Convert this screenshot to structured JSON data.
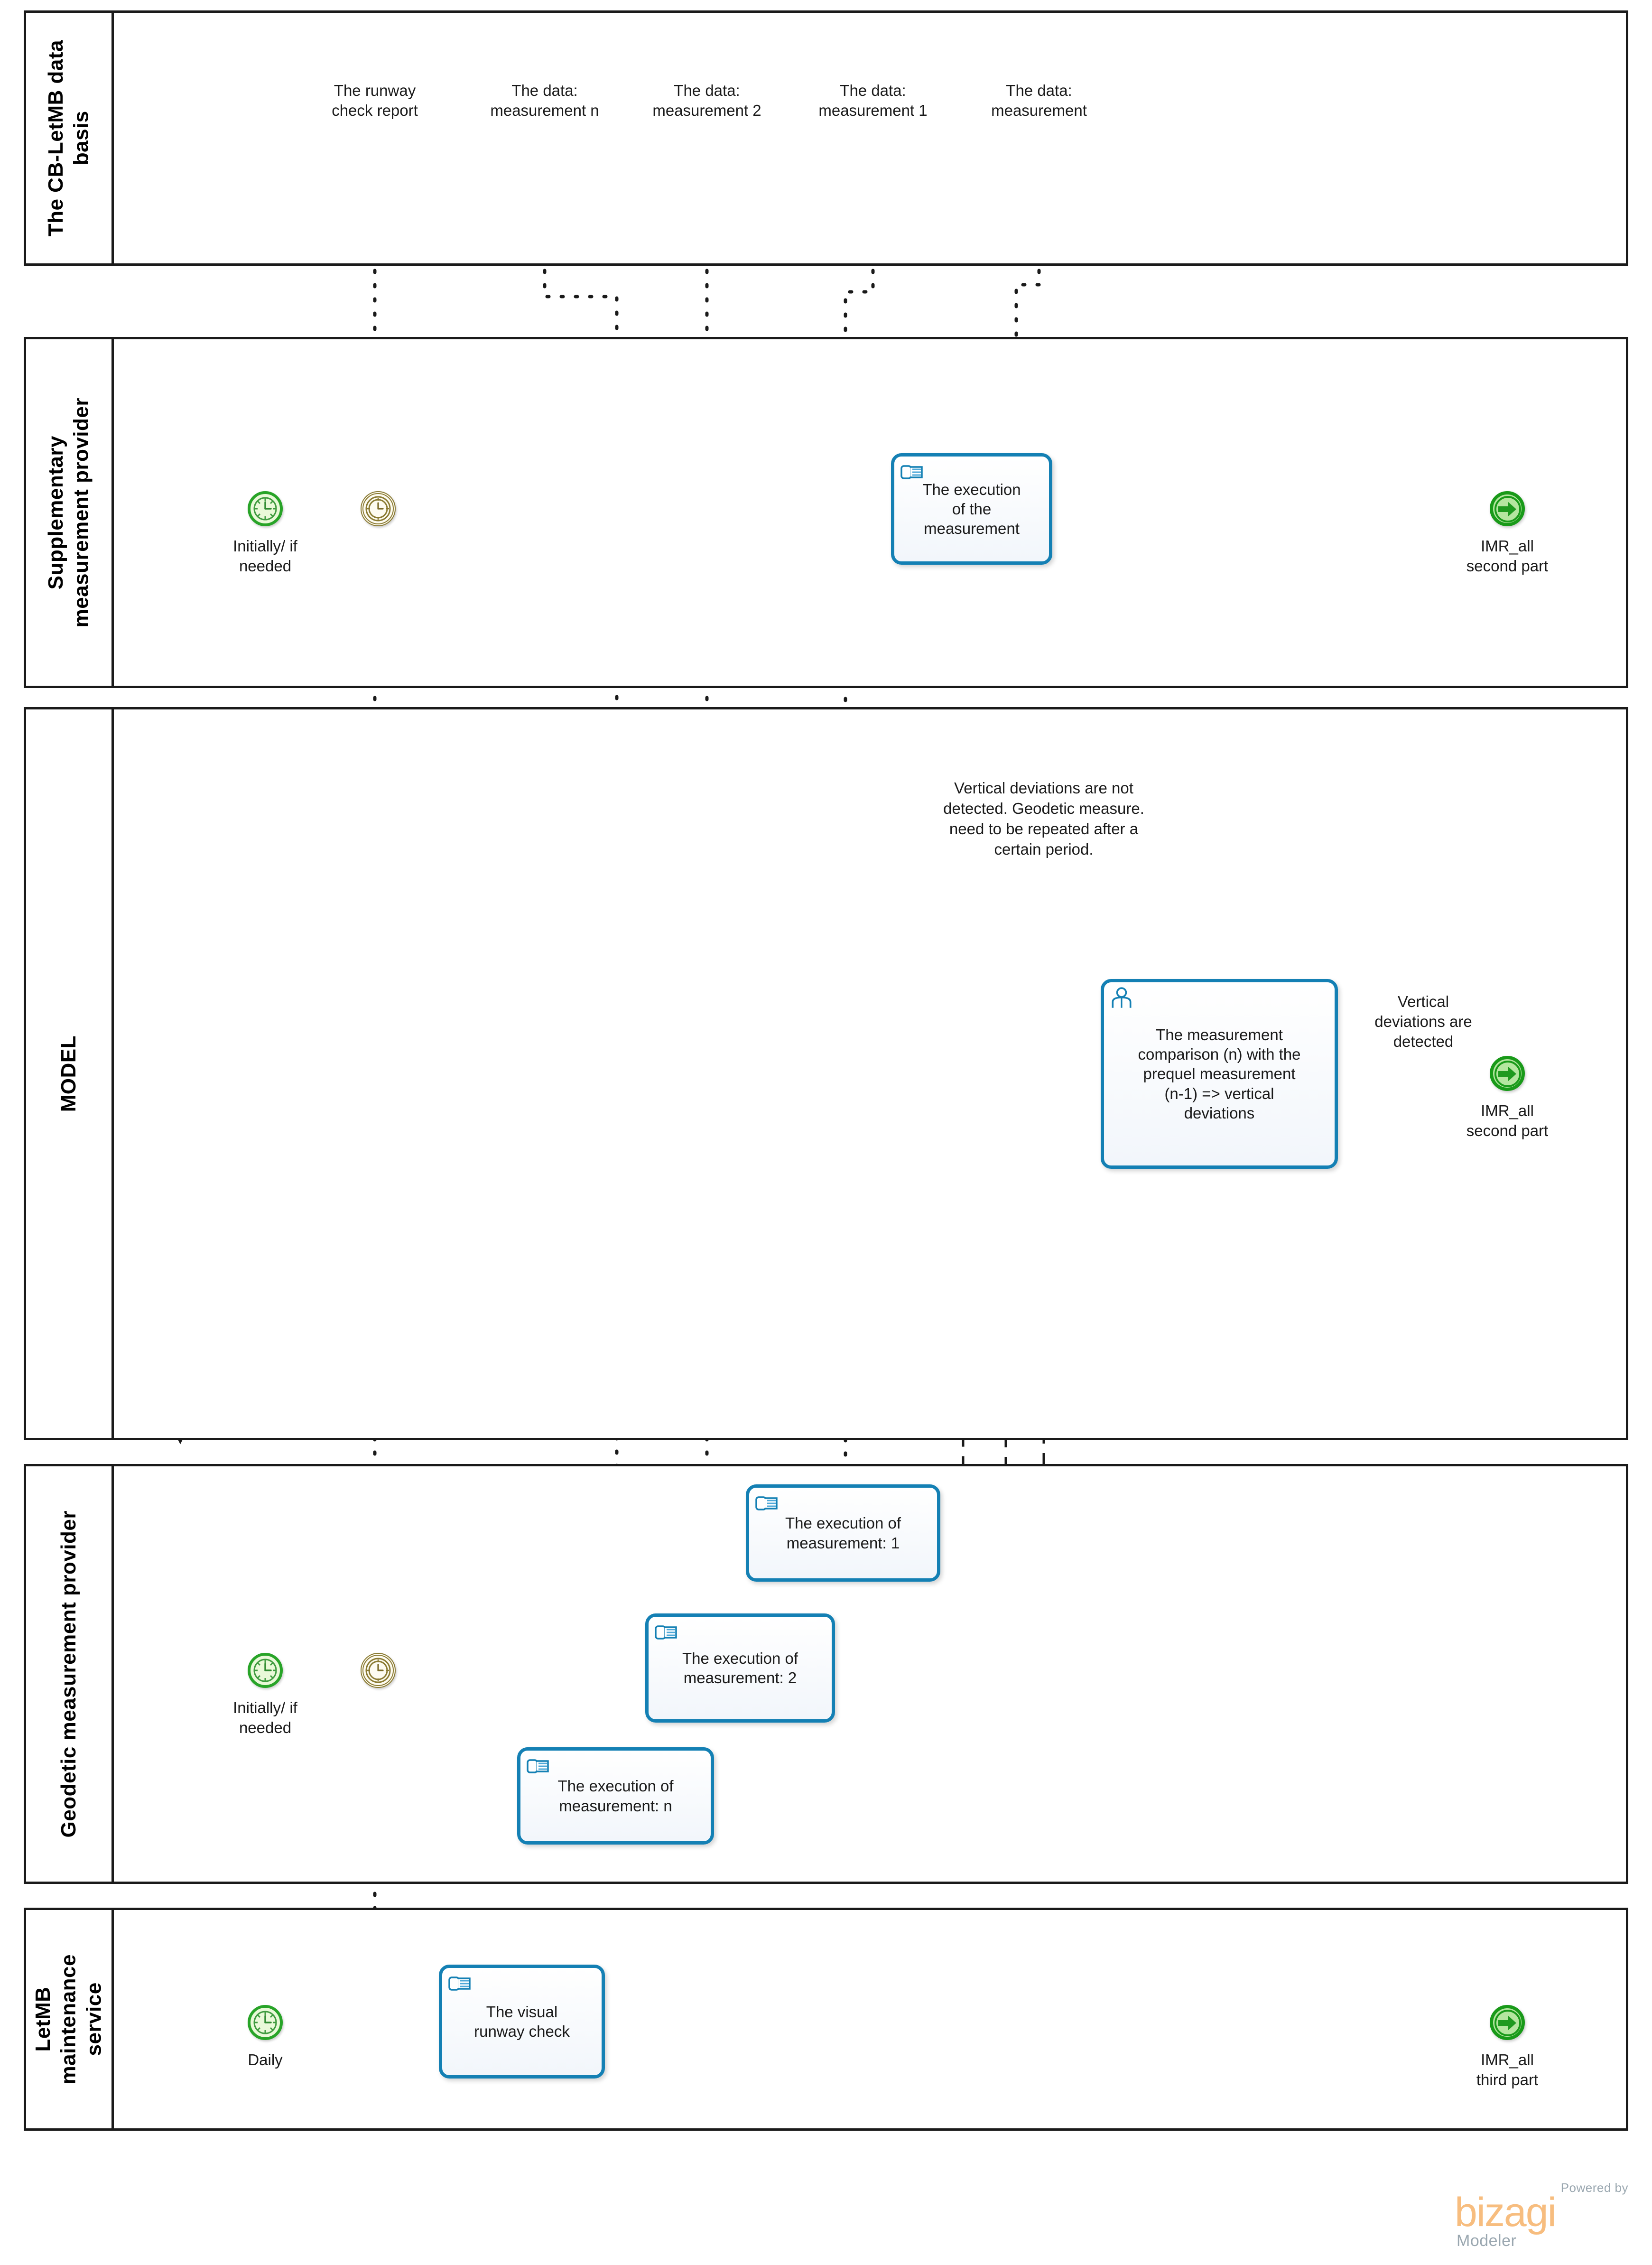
{
  "diagram": {
    "title": "Runway measurement BPMN collaboration diagram",
    "accent_task_border": "#1480b4",
    "accent_start_event": "#28a428",
    "accent_intermediate_event": "#8a7a32",
    "accent_end_event": "#199a19"
  },
  "pools": [
    {
      "id": "pool-data-basis",
      "label": "The CB-LetMB data\nbasis"
    },
    {
      "id": "pool-supplementary",
      "label": "Supplementary\nmeasurement provider"
    },
    {
      "id": "pool-model",
      "label": "MODEL"
    },
    {
      "id": "pool-geodetic",
      "label": "Geodetic measurement provider"
    },
    {
      "id": "pool-letmb",
      "label": "LetMB\nmaintenance\nservice"
    }
  ],
  "data_objects": [
    {
      "id": "do-runway-report",
      "label": "The runway\ncheck report",
      "highlighted": true
    },
    {
      "id": "do-measurement-n",
      "label": "The data:\nmeasurement n",
      "highlighted": false
    },
    {
      "id": "do-measurement-2",
      "label": "The data:\nmeasurement 2",
      "highlighted": false
    },
    {
      "id": "do-measurement-1",
      "label": "The data:\nmeasurement 1",
      "highlighted": false
    },
    {
      "id": "do-measurement",
      "label": "The data:\nmeasurement",
      "highlighted": false
    }
  ],
  "events": {
    "supplementary_start": {
      "label": "Initially/ if\nneeded",
      "type": "timer-start"
    },
    "supplementary_timer": {
      "label": "",
      "type": "timer-intermediate"
    },
    "supplementary_end": {
      "label": "IMR_all\nsecond part",
      "type": "link-throw"
    },
    "model_end": {
      "label": "IMR_all\nsecond part",
      "type": "link-throw"
    },
    "geodetic_start": {
      "label": "Initially/ if\nneeded",
      "type": "timer-start"
    },
    "geodetic_timer": {
      "label": "",
      "type": "timer-intermediate"
    },
    "letmb_start": {
      "label": "Daily",
      "type": "timer-start"
    },
    "letmb_end": {
      "label": "IMR_all\nthird part",
      "type": "link-throw"
    }
  },
  "tasks": {
    "supplementary_execution": {
      "label": "The execution\nof the\nmeasurement",
      "icon": "manual-task-icon"
    },
    "model_comparison": {
      "label": "The measurement\ncomparison (n) with the\nprequel measurement\n(n-1) => vertical\ndeviations",
      "icon": "user-task-icon"
    },
    "geodetic_exec_1": {
      "label": "The execution of\nmeasurement: 1",
      "icon": "manual-task-icon"
    },
    "geodetic_exec_2": {
      "label": "The execution of\nmeasurement: 2",
      "icon": "manual-task-icon"
    },
    "geodetic_exec_n": {
      "label": "The execution of\nmeasurement: n",
      "icon": "manual-task-icon"
    },
    "letmb_visual_check": {
      "label": "The visual\nrunway check",
      "icon": "manual-task-icon"
    }
  },
  "annotations": {
    "model_note": "Vertical deviations are not\ndetected. Geodetic measure.\nneed to be repeated after a\ncertain period."
  },
  "flow_labels": {
    "vertical_deviations_detected": "Vertical\ndeviations are\ndetected"
  },
  "watermark": {
    "powered_by": "Powered by",
    "brand": "bizagi",
    "product": "Modeler"
  }
}
